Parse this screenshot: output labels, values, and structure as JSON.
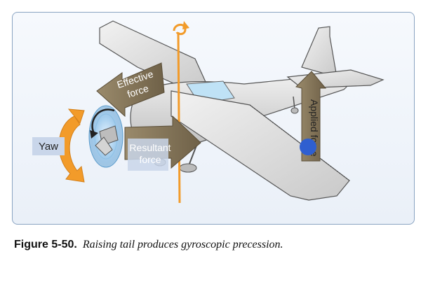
{
  "figure": {
    "label": "Figure 5-50.",
    "caption": "Raising tail produces gyroscopic precession."
  },
  "diagram": {
    "labels": {
      "effective_force": [
        "Effective",
        "force"
      ],
      "resultant_force": [
        "Resultant",
        "force"
      ],
      "applied_force": "Applied force",
      "yaw": "Yaw"
    }
  },
  "colors": {
    "panel_border": "#8aa4c2",
    "panel_bg": "#eef3f9",
    "arrow_fill": "#8a7a5c",
    "orange": "#f29b2a",
    "blue_dot": "#2f5fd0",
    "label_box": "#c9d6ea",
    "airframe": "#e6e6e6",
    "airframe_stroke": "#555555"
  }
}
